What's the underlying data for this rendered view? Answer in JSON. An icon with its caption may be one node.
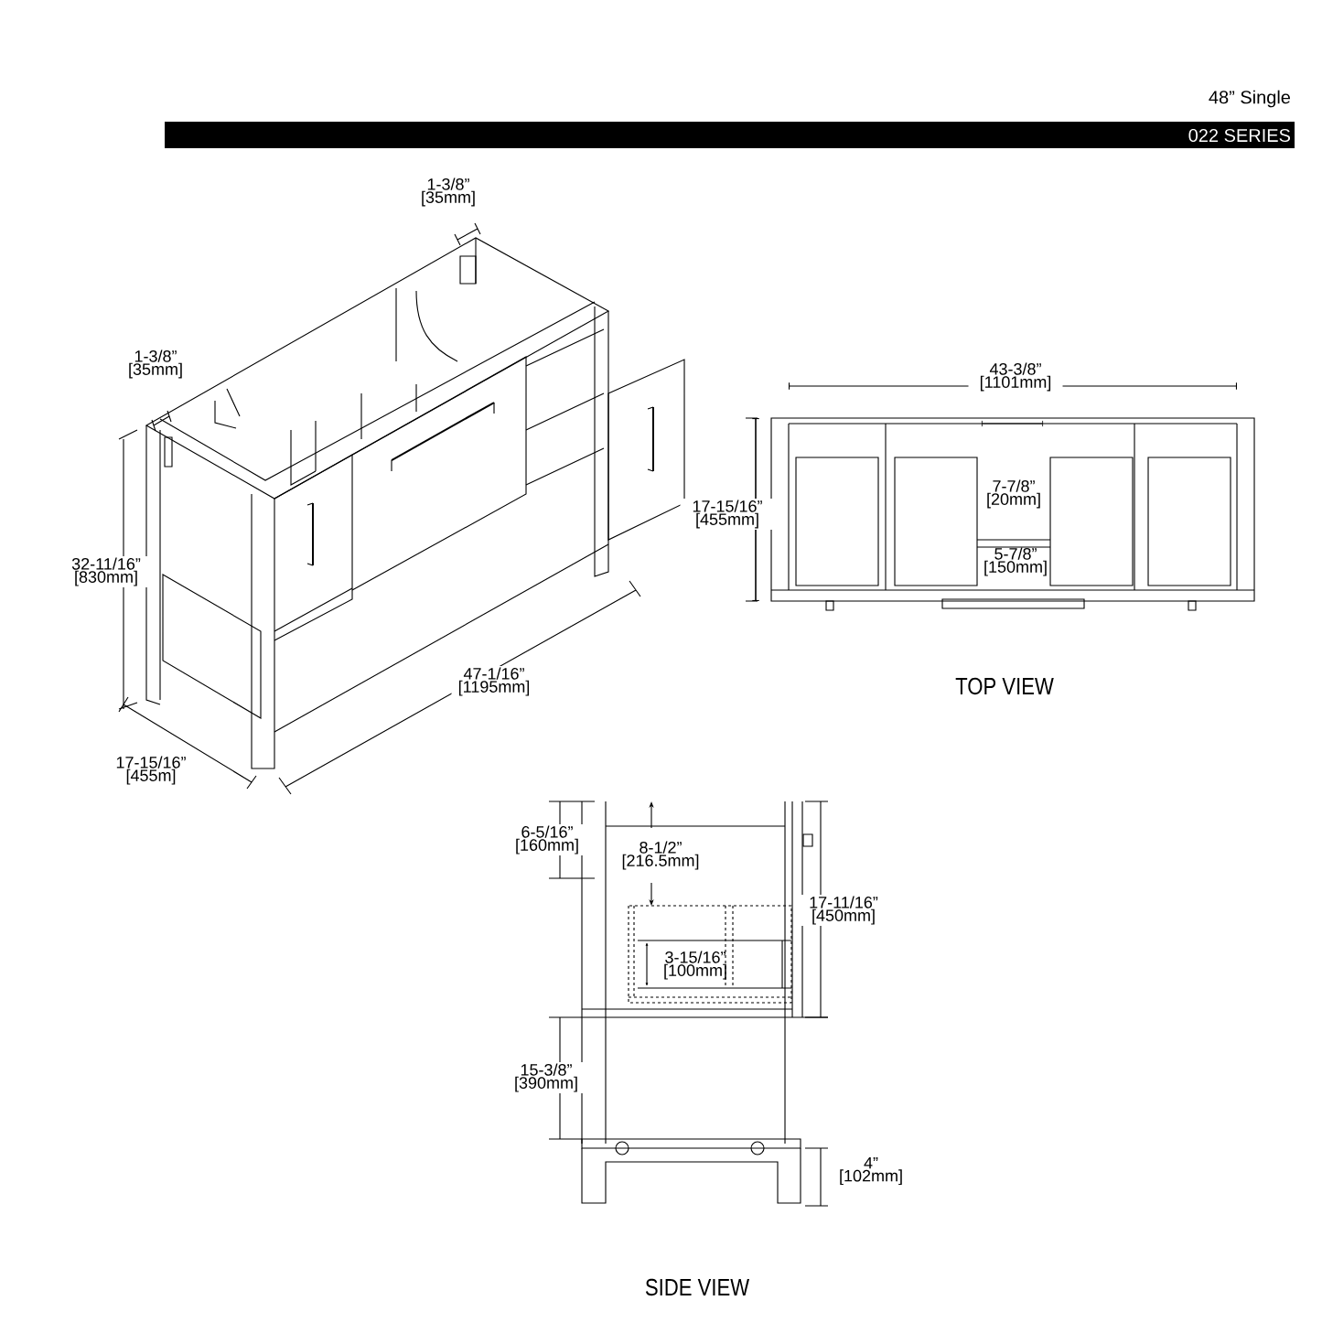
{
  "diagram": {
    "labels": [
      "48” Single",
      "022 SERIES",
      "1-3/8” [35mm]",
      "1-3/8” [35mm]",
      "43-3/8” [1101mm]",
      "17-15/16” [455mm]",
      "7-7/8” [20mm]",
      "32-11/16” [830mm]",
      "5-7/8” [150mm]",
      "47-1/16” [1195mm]",
      "TOP VIEW",
      "17-15/16” [455m]",
      "6-5/16” [160mm]",
      "8-1/2” [216.5mm]",
      "17-11/16” [450mm]",
      "3-15/16” [100mm]",
      "15-3/8” [390mm]",
      "4” [102mm]",
      "SIDE VIEW"
    ]
  }
}
